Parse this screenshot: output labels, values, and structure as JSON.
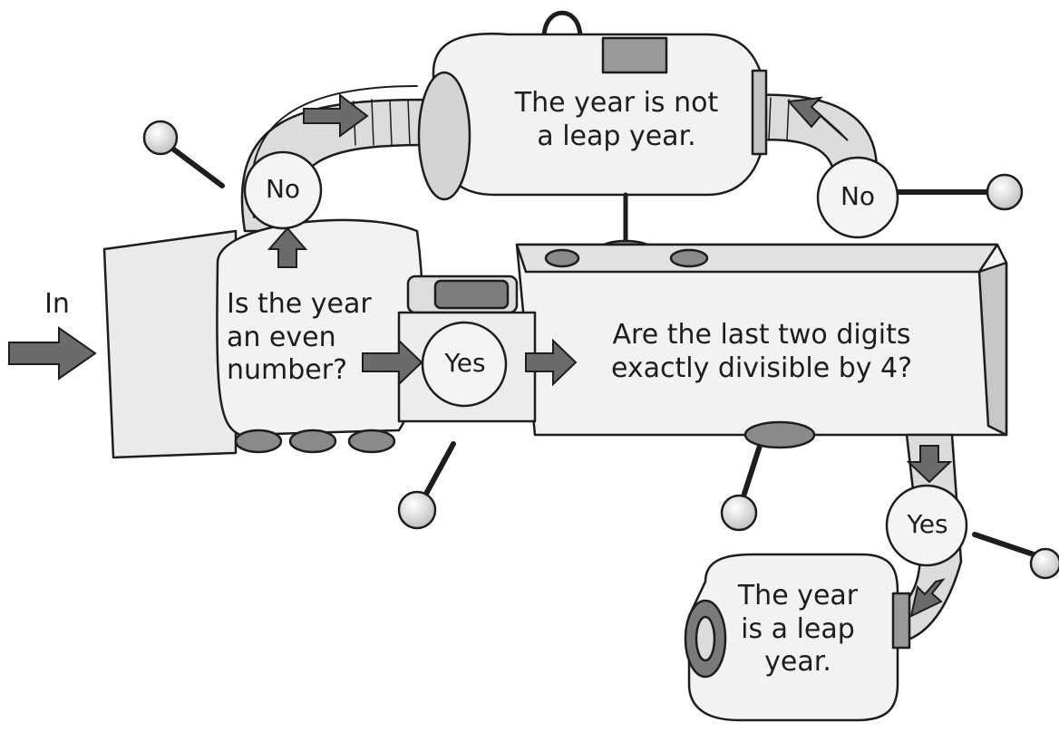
{
  "diagram": {
    "input_label": "In",
    "question_even": "Is the year\nan even\nnumber?",
    "question_divisible": "Are the last two digits\nexactly divisible by 4?",
    "result_not_leap": "The year is not\na leap year.",
    "result_leap": "The year\nis a leap\nyear.",
    "answer_no_first": "No",
    "answer_yes_first": "Yes",
    "answer_no_second": "No",
    "answer_yes_second": "Yes"
  },
  "colors": {
    "ink": "#1d1d1d",
    "arrow": "#6b6b6b",
    "shade": "#b5b5b5",
    "panel": "#f2f2f2"
  },
  "icons": [
    "right-arrow-icon",
    "up-arrow-icon",
    "down-arrow-icon",
    "lever-knob-icon"
  ]
}
